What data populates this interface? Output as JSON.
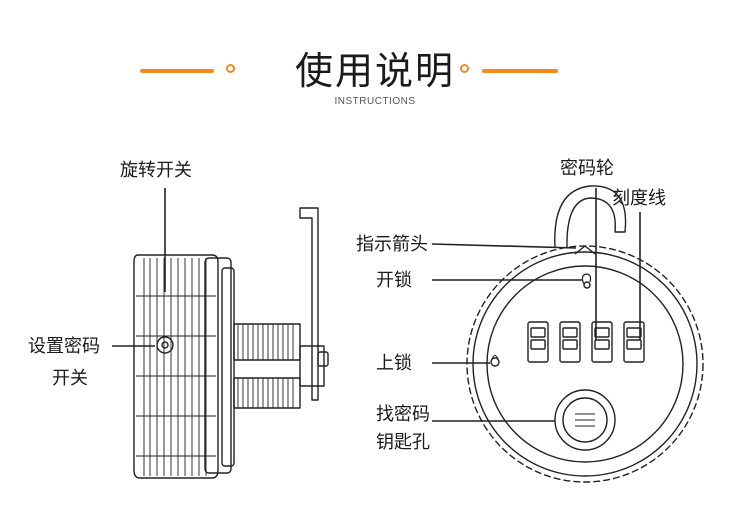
{
  "header": {
    "title": "使用说明",
    "subtitle": "INSTRUCTIONS",
    "accent_color": "#f28a1f"
  },
  "side_view": {
    "labels": {
      "rotate_switch": "旋转开关",
      "set_code_switch_line1": "设置密码",
      "set_code_switch_line2": "开关"
    }
  },
  "front_view": {
    "labels": {
      "code_wheel": "密码轮",
      "scale_line": "刻度线",
      "indicator_arrow": "指示箭头",
      "unlock": "开锁",
      "lock": "上锁",
      "find_code_keyhole_line1": "找密码",
      "find_code_keyhole_line2": "钥匙孔"
    }
  }
}
